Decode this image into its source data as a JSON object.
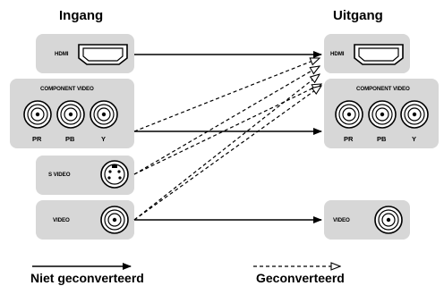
{
  "input_title": "Ingang",
  "output_title": "Uitgang",
  "input": {
    "hdmi": "HDMI",
    "component": "COMPONENT VIDEO",
    "pr": "PR",
    "pb": "PB",
    "y": "Y",
    "svideo": "S VIDEO",
    "video": "VIDEO"
  },
  "output": {
    "hdmi": "HDMI",
    "component": "COMPONENT VIDEO",
    "pr": "PR",
    "pb": "PB",
    "y": "Y",
    "video": "VIDEO"
  },
  "legend": {
    "solid": "Niet geconverteerd",
    "dashed": "Geconverteerd"
  }
}
